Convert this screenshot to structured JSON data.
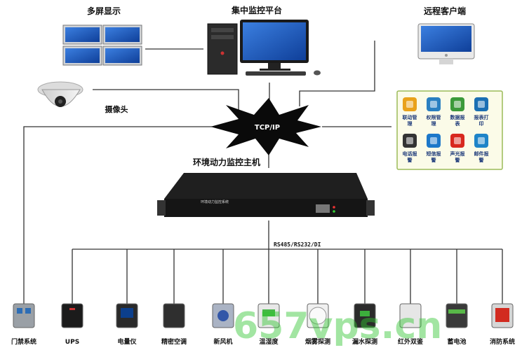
{
  "top": {
    "multiscreen": "多屏显示",
    "platform": "集中监控平台",
    "remote": "远程客户端"
  },
  "camera_label": "摄像头",
  "network_label": "TCP/IP",
  "host_label": "环境动力监控主机",
  "host_faceplate": "环境动力监控系统",
  "bus_label": "RS485/RS232/DI",
  "alarm_panel": [
    {
      "label": "联动管理",
      "icon": "linkage-icon",
      "color": "#e9a21b"
    },
    {
      "label": "权限管理",
      "icon": "permission-icon",
      "color": "#2a7fc1"
    },
    {
      "label": "数据报表",
      "icon": "report-icon",
      "color": "#3c9a3a"
    },
    {
      "label": "报表打印",
      "icon": "printer-icon",
      "color": "#1b6fb3"
    },
    {
      "label": "电话报警",
      "icon": "phone-icon",
      "color": "#333333"
    },
    {
      "label": "短信报警",
      "icon": "sms-icon",
      "color": "#1c78c9"
    },
    {
      "label": "声光报警",
      "icon": "siren-icon",
      "color": "#d8281e"
    },
    {
      "label": "邮件报警",
      "icon": "email-icon",
      "color": "#1e84c8"
    }
  ],
  "devices": [
    {
      "label": "门禁系统",
      "icon": "access-control-icon"
    },
    {
      "label": "UPS",
      "icon": "ups-icon"
    },
    {
      "label": "电量仪",
      "icon": "power-meter-icon"
    },
    {
      "label": "精密空调",
      "icon": "precision-ac-icon"
    },
    {
      "label": "新风机",
      "icon": "fresh-air-icon"
    },
    {
      "label": "温湿度",
      "icon": "temp-humidity-icon"
    },
    {
      "label": "烟雾探测",
      "icon": "smoke-detector-icon"
    },
    {
      "label": "漏水探测",
      "icon": "water-leak-icon"
    },
    {
      "label": "红外双鉴",
      "icon": "infrared-icon"
    },
    {
      "label": "蓄电池",
      "icon": "battery-icon"
    },
    {
      "label": "消防系统",
      "icon": "fire-system-icon"
    }
  ],
  "watermark": "657vps.cn"
}
